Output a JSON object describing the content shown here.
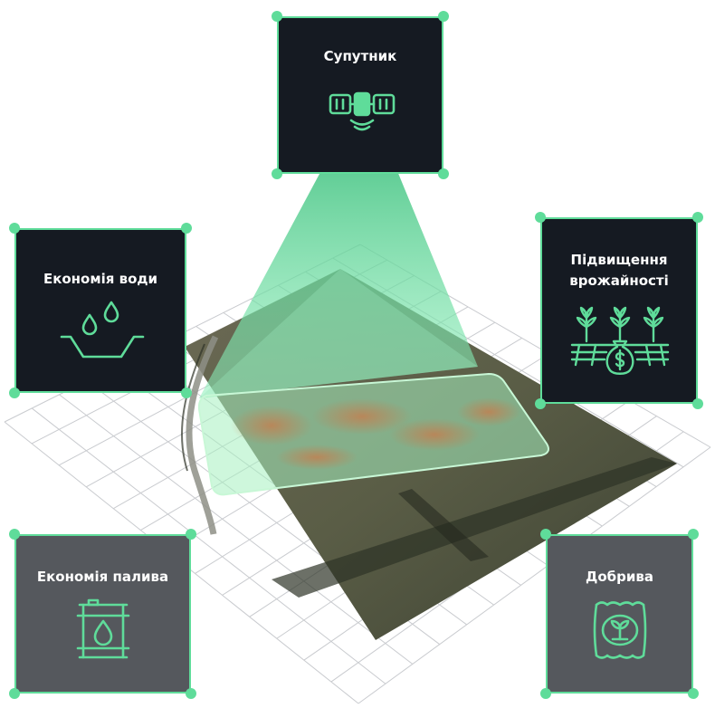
{
  "colors": {
    "accent": "#5fdc9a",
    "card_dark": "#151a22",
    "card_gray": "#55585d",
    "card_text": "#ffffff",
    "grid_line": "#c9cbcf",
    "beam": "#6fe3a6",
    "field_highlight": "#9ef0b8"
  },
  "satellite": {
    "title": "Супутник",
    "icon": "satellite-icon"
  },
  "benefits": [
    {
      "title": "Економія води",
      "icon": "water-drops-icon"
    },
    {
      "title_line1": "Підвищення",
      "title_line2": "врожайності",
      "icon": "crop-yield-icon"
    },
    {
      "title": "Економія палива",
      "icon": "fuel-barrel-icon"
    },
    {
      "title": "Добрива",
      "icon": "fertilizer-bag-icon"
    }
  ]
}
